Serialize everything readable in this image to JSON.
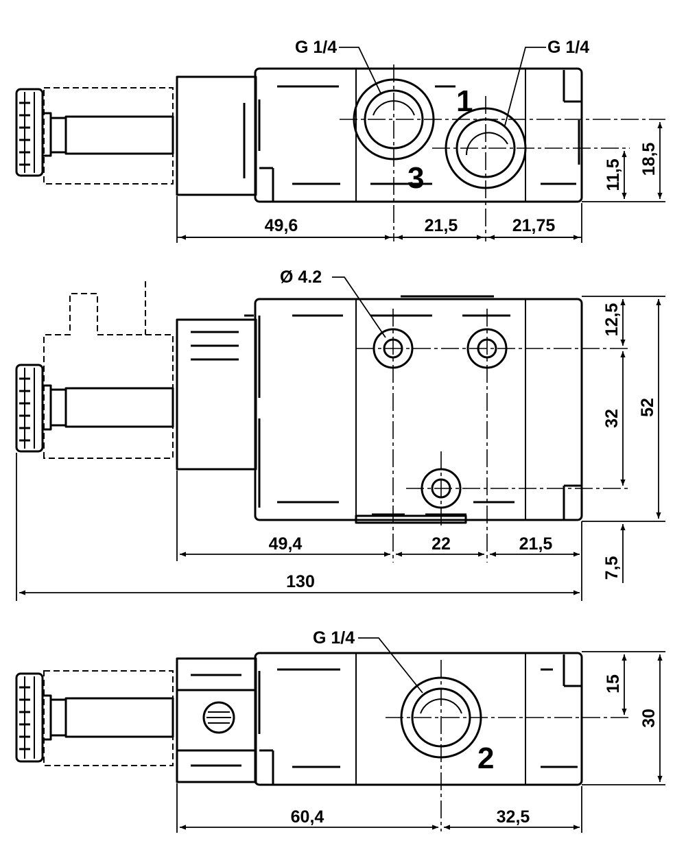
{
  "top_view": {
    "thread_left": "G 1/4",
    "thread_right": "G 1/4",
    "port_1": "1",
    "port_3": "3",
    "dims": {
      "h1": "49,6",
      "h2": "21,5",
      "h3": "21,75",
      "v1": "11,5",
      "v2": "18,5"
    }
  },
  "front_view": {
    "hole_label": "Ø 4.2",
    "dims": {
      "h1": "49,4",
      "h2": "22",
      "h3": "21,5",
      "overall": "130",
      "v1": "12,5",
      "v2": "32",
      "v3": "52",
      "v4": "7,5"
    }
  },
  "bottom_view": {
    "thread": "G 1/4",
    "port_2": "2",
    "dims": {
      "h1": "60,4",
      "h2": "32,5",
      "v1": "15",
      "v2": "30"
    }
  }
}
